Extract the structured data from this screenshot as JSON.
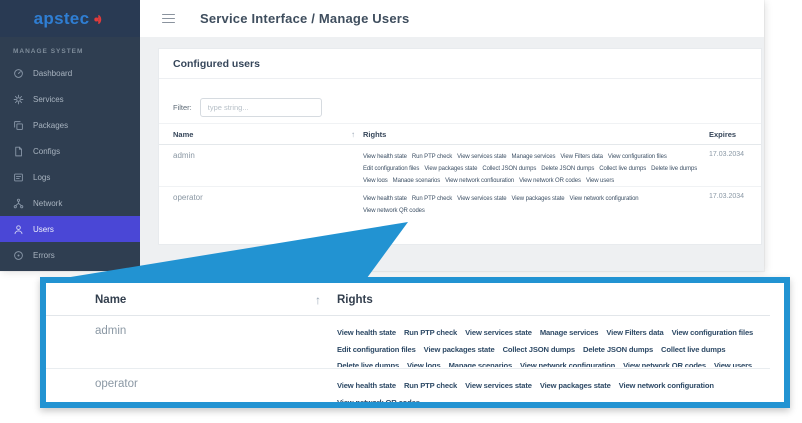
{
  "app": {
    "brand": {
      "name": "apstec",
      "mark_icon": "signal-spiral-icon"
    },
    "topbar": {
      "title": "Service Interface / Manage Users",
      "menu_icon": "hamburger-icon"
    },
    "sidebar": {
      "section": "MANAGE SYSTEM",
      "items": [
        {
          "id": "dashboard",
          "label": "Dashboard",
          "icon": "dashboard-icon",
          "active": false
        },
        {
          "id": "services",
          "label": "Services",
          "icon": "services-icon",
          "active": false
        },
        {
          "id": "packages",
          "label": "Packages",
          "icon": "packages-icon",
          "active": false
        },
        {
          "id": "configs",
          "label": "Configs",
          "icon": "configs-icon",
          "active": false
        },
        {
          "id": "logs",
          "label": "Logs",
          "icon": "logs-icon",
          "active": false
        },
        {
          "id": "network",
          "label": "Network",
          "icon": "network-icon",
          "active": false
        },
        {
          "id": "users",
          "label": "Users",
          "icon": "users-icon",
          "active": true
        },
        {
          "id": "errors",
          "label": "Errors",
          "icon": "errors-icon",
          "active": false
        }
      ]
    },
    "panel": {
      "title": "Configured users",
      "filter_label": "Filter:",
      "filter_placeholder": "type string...",
      "columns": {
        "name": "Name",
        "rights": "Rights",
        "expires": "Expires"
      },
      "sort_indicator": "↑"
    },
    "users": [
      {
        "name": "admin",
        "expires": "17.03.2034",
        "rights": [
          "View health state",
          "Run PTP check",
          "View services state",
          "Manage services",
          "View Filters data",
          "View configuration files",
          "Edit configuration files",
          "View packages state",
          "Collect JSON dumps",
          "Delete JSON dumps",
          "Collect live dumps",
          "Delete live dumps",
          "View logs",
          "Manage scenarios",
          "View network configuration",
          "View network QR codes",
          "View users"
        ]
      },
      {
        "name": "operator",
        "expires": "17.03.2034",
        "rights": [
          "View health state",
          "Run PTP check",
          "View services state",
          "View packages state",
          "View network configuration",
          "View network QR codes"
        ]
      }
    ]
  },
  "callout": {
    "columns": {
      "name": "Name",
      "rights": "Rights"
    },
    "sort_indicator": "↑",
    "accent_color": "#2293d2"
  },
  "colors": {
    "logo_blue": "#2f7ed3",
    "logo_red": "#e23b3b",
    "sidebar_bg": "#2f3e51",
    "active_item": "#4a47d6",
    "accent_blue": "#2293d2"
  }
}
